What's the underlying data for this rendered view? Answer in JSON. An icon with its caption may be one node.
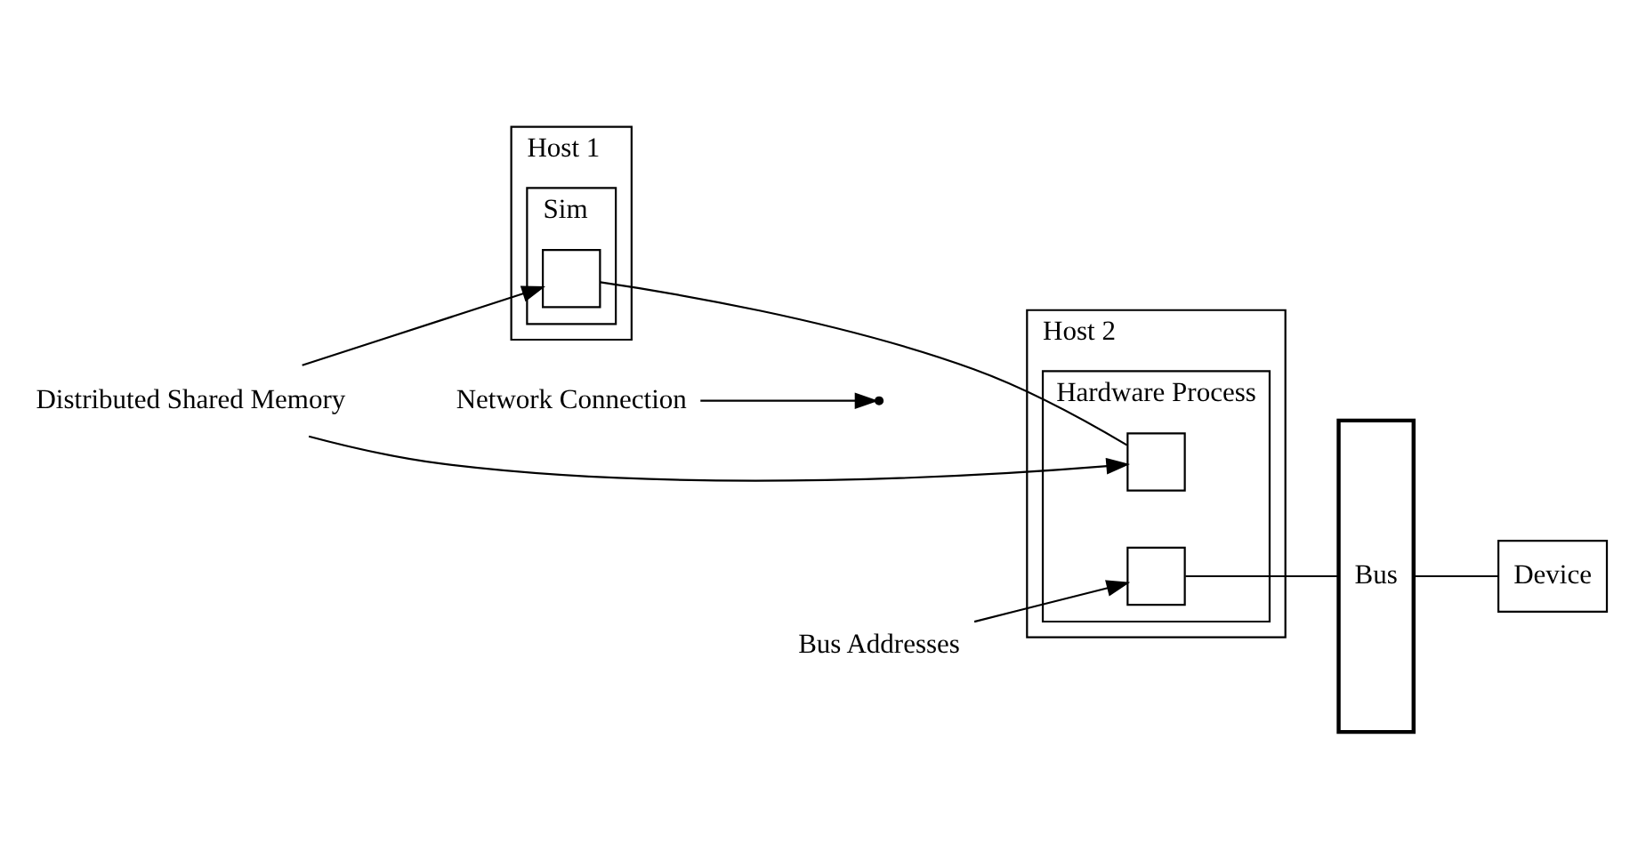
{
  "diagram": {
    "nodes": [
      {
        "text": [
          "Host 1"
        ]
      },
      {
        "text": [
          "Sim"
        ],
        "in": 0
      },
      {
        "text": [],
        "shape": "box",
        "in": 1
      },
      {
        "text": [
          "Distributed Shared Memory"
        ]
      },
      {
        "text": [
          "Bus"
        ]
      },
      {
        "text": [
          "Host 2"
        ]
      },
      {
        "text": [
          "Hardware Process"
        ],
        "in": 5
      },
      {
        "text": [],
        "shape": "box",
        "in": 6
      },
      {
        "text": [],
        "shape": "box",
        "in": 6
      },
      {
        "text": [
          "Device"
        ]
      },
      {
        "text": [
          "Network Connection"
        ]
      },
      {
        "text": [
          "Bus Addresses"
        ]
      }
    ],
    "edges": [
      {
        "from": 3,
        "to": 2,
        "arrow": "to"
      },
      {
        "from": 3,
        "to": 7,
        "arrow": "to"
      },
      {
        "from": 2,
        "to": 7,
        "arrow": "none"
      },
      {
        "from": 10,
        "to": null,
        "arrow": "to"
      },
      {
        "from": 11,
        "to": 8,
        "arrow": "to"
      },
      {
        "from": 8,
        "to": 4,
        "arrow": "none"
      },
      {
        "from": 4,
        "to": 9,
        "arrow": "none"
      }
    ]
  }
}
